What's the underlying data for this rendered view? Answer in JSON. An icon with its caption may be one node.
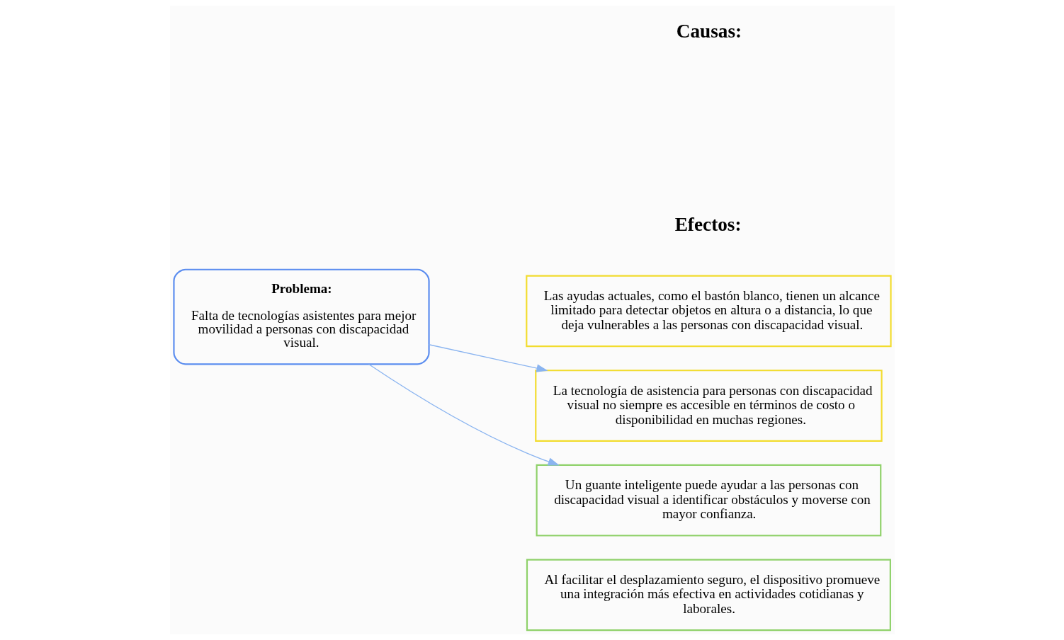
{
  "diagram": {
    "nodes": [
      {
        "text": [
          "Problema:",
          "Falta de tecnologías asistentes para mejor movilidad a personas con discapacidad visual."
        ]
      },
      {
        "text": [
          "Las ayudas actuales, como el bastón blanco, tienen un alcance limitado para detectar objetos en altura o a distancia, lo que deja vulnerables a las personas con discapacidad visual."
        ]
      },
      {
        "text": [
          "La tecnología de asistencia para personas con discapacidad visual no siempre es accesible en términos de costo o disponibilidad en muchas regiones."
        ]
      },
      {
        "text": [
          "Un guante inteligente puede ayudar a las personas con discapacidad visual a identificar obstáculos y moverse con mayor confianza."
        ]
      },
      {
        "text": [
          "Al facilitar el desplazamiento seguro, el dispositivo promueve una integración más efectiva en actividades cotidianas y laborales."
        ]
      }
    ],
    "edges": [
      {
        "from": 0,
        "to": 2,
        "arrow": "to"
      },
      {
        "from": 0,
        "to": 3,
        "arrow": "to"
      }
    ],
    "labels": [
      "Causas:",
      "Efectos:"
    ]
  }
}
